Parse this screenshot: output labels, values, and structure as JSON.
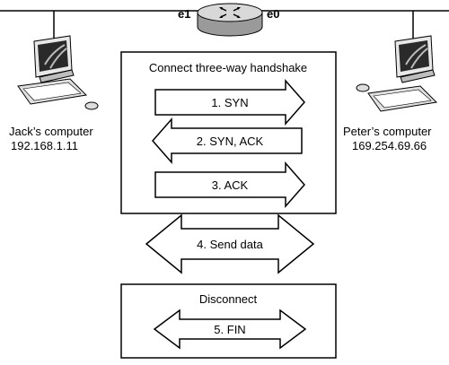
{
  "router": {
    "port_left": "e1",
    "port_right": "e0"
  },
  "jack": {
    "name": "Jack’s computer",
    "ip": "192.168.1.11"
  },
  "peter": {
    "name": "Peter’s computer",
    "ip": "169.254.69.66"
  },
  "handshake": {
    "title": "Connect three-way handshake",
    "steps": [
      "1. SYN",
      "2. SYN, ACK",
      "3. ACK"
    ]
  },
  "send_data": "4. Send data",
  "disconnect": {
    "title": "Disconnect",
    "step": "5. FIN"
  },
  "colors": {
    "line": "#000000",
    "router_fill": "#cfcfcf",
    "screen": "#2a2a2a"
  },
  "icons": [
    "router-icon",
    "desktop-computer-icon"
  ]
}
